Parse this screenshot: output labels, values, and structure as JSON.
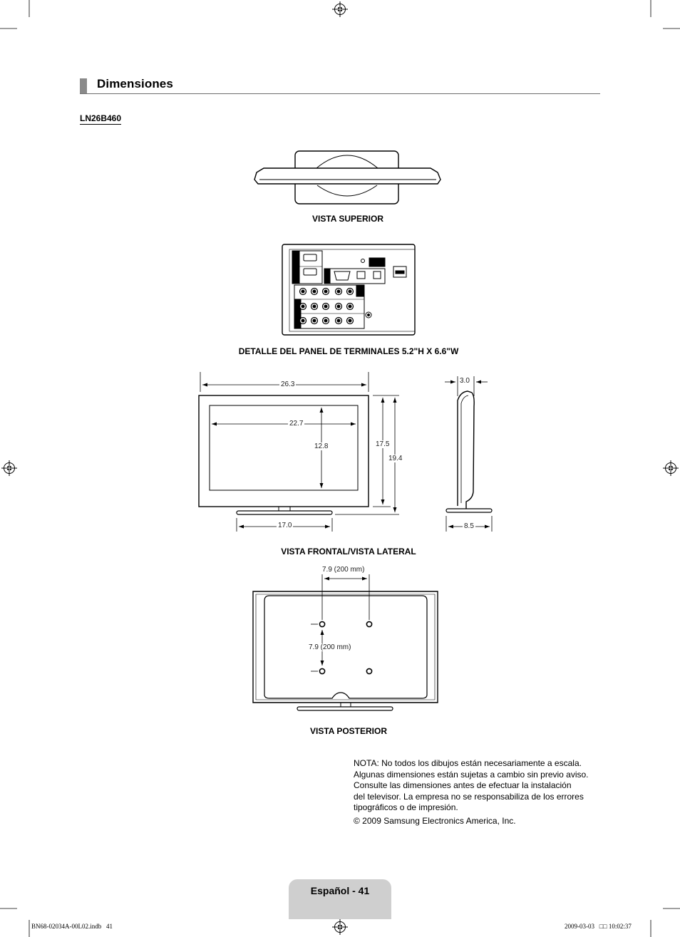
{
  "section": {
    "title": "Dimensiones",
    "model": "LN26B460"
  },
  "captions": {
    "top_view": "VISTA SUPERIOR",
    "terminal_panel": "DETALLE DEL PANEL DE TERMINALES 5.2\"H X 6.6\"W",
    "front_side_view": "VISTA FRONTAL/VISTA LATERAL",
    "rear_view": "VISTA POSTERIOR"
  },
  "dimensions": {
    "overall_width": "26.3",
    "screen_width": "22.7",
    "screen_height": "12.8",
    "body_height": "17.5",
    "overall_height": "19.4",
    "stand_width": "17.0",
    "depth": "3.0",
    "stand_depth": "8.5",
    "vesa_horizontal": "7.9 (200 mm)",
    "vesa_vertical": "7.9 (200 mm)"
  },
  "note": {
    "lines": [
      "NOTA: No todos los dibujos están necesariamente a escala.",
      "Algunas dimensiones están sujetas a cambio sin previo aviso.",
      "Consulte las dimensiones antes de efectuar la instalación",
      "del televisor. La empresa no se responsabiliza de los errores",
      "tipográficos o de impresión."
    ],
    "copyright": "© 2009 Samsung Electronics America, Inc."
  },
  "footer": {
    "page_label": "Español - 41",
    "print_file": "BN68-02034A-00L02.indb   41",
    "print_timestamp": "2009-03-03   □□ 10:02:37"
  }
}
